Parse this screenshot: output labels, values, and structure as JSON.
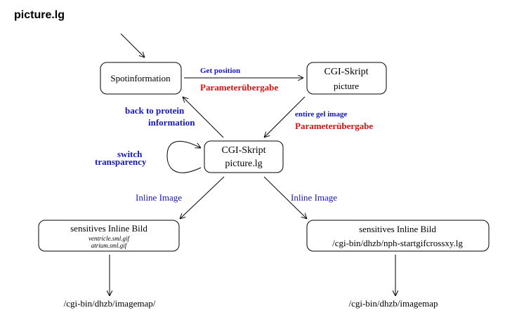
{
  "title": "picture.lg",
  "nodes": {
    "spotinfo": {
      "label": "Spotinformation"
    },
    "cgi_picture": {
      "line1": "CGI-Skript",
      "line2": "picture"
    },
    "cgi_picture_lg": {
      "line1": "CGI-Skript",
      "line2": "picture.lg"
    },
    "inline_left": {
      "line1": "sensitives Inline Bild",
      "line2": "ventricle.sml.gif",
      "line3": "atrium.sml.gif"
    },
    "inline_right": {
      "line1": "sensitives Inline Bild",
      "line2": "/cgi-bin/dhzb/nph-startgifcrossxy.lg"
    }
  },
  "edge_labels": {
    "get_position": "Get position",
    "param_top": "Parameterübergabe",
    "back_line1": "back to protein",
    "back_line2": "information",
    "entire_gel": "entire gel image",
    "param_right": "Parameterübergabe",
    "switch_line1": "switch",
    "switch_line2": "transparency",
    "inline_image_left": "Inline Image",
    "inline_image_right": "Inline Image"
  },
  "outputs": {
    "left": "/cgi-bin/dhzb/imagemap/",
    "right": "/cgi-bin/dhzb/imagemap"
  },
  "colors": {
    "label_blue": "#1515c8",
    "label_red": "#e01010"
  }
}
